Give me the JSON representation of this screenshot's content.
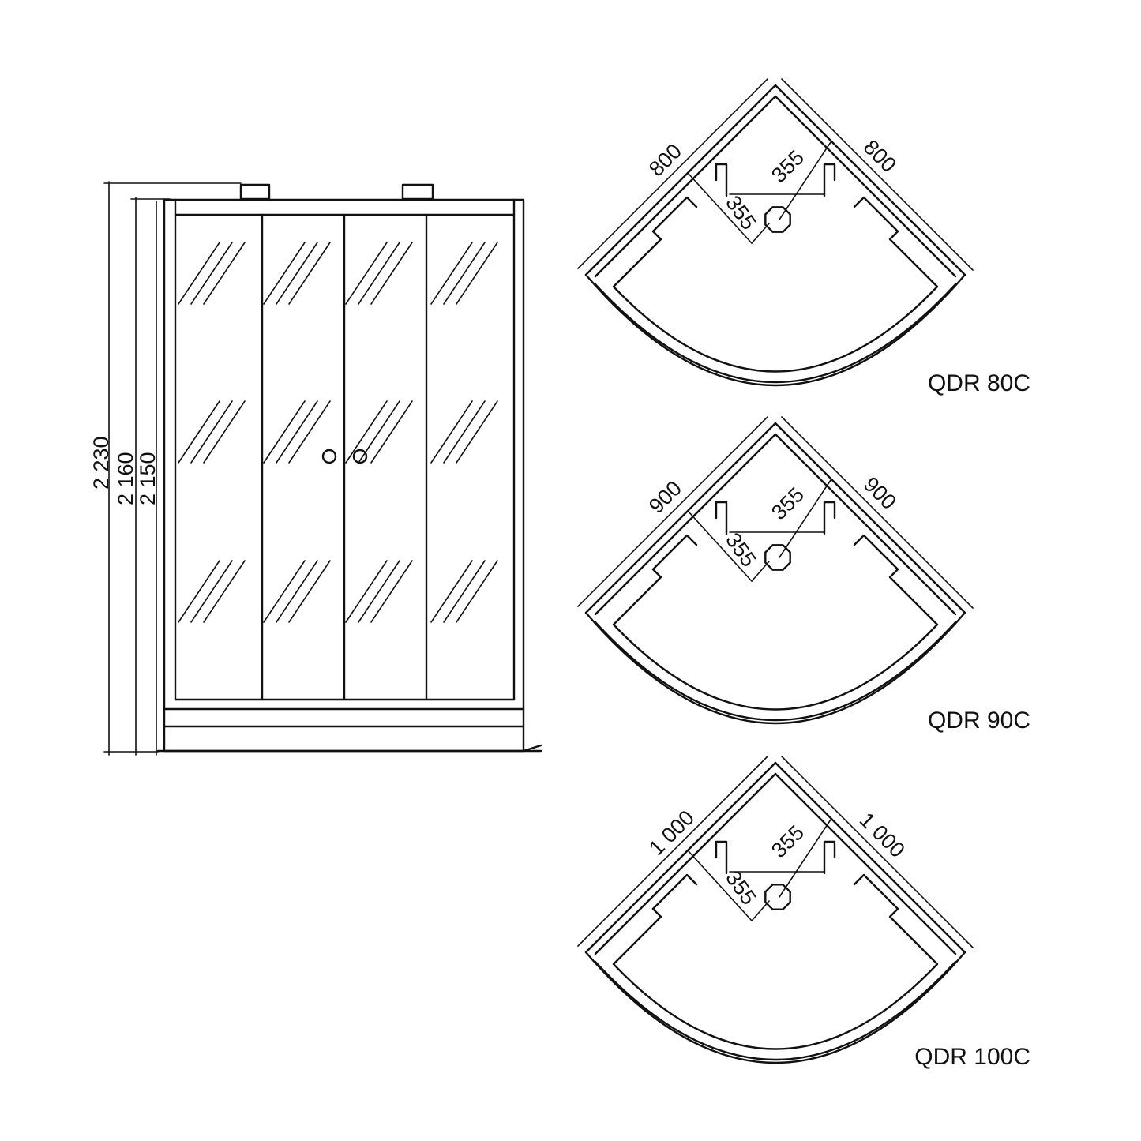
{
  "front_view": {
    "dimensions": [
      "2 230",
      "2 160",
      "2 150"
    ]
  },
  "plans": [
    {
      "model": "QDR 80C",
      "side_left": "800",
      "side_right": "800",
      "offset_a": "355",
      "offset_b": "355"
    },
    {
      "model": "QDR 90C",
      "side_left": "900",
      "side_right": "900",
      "offset_a": "355",
      "offset_b": "355"
    },
    {
      "model": "QDR 100C",
      "side_left": "1 000",
      "side_right": "1 000",
      "offset_a": "355",
      "offset_b": "355"
    }
  ]
}
